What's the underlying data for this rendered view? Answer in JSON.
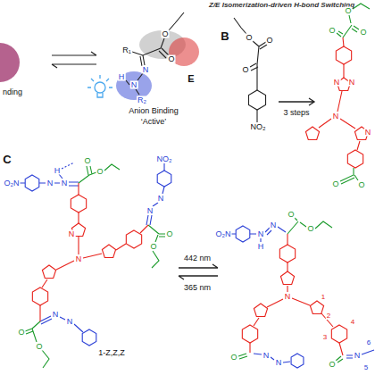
{
  "diagram": {
    "title": "Z/E Isomerization-driven H-bond Switching",
    "labels": [
      "nding",
      "Anion Binding",
      "‘Active’",
      "E",
      "R₁",
      "N",
      "N",
      "H",
      "R₂",
      "O",
      "O",
      "B",
      "O",
      "O",
      "O",
      "NO₂",
      "3 steps",
      "O",
      "O",
      "O",
      "N",
      "N",
      "N",
      "N",
      "O",
      "O",
      "C",
      "O₂N",
      "N",
      "N",
      "H",
      "O",
      "O",
      "N",
      "N",
      "O",
      "O",
      "N",
      "N",
      "NO₂",
      "N",
      "N",
      "O",
      "O",
      "1-Z,Z,Z",
      "442 nm",
      "365 nm",
      "O₂N",
      "N",
      "N",
      "H",
      "O",
      "O",
      "N",
      "1",
      "2",
      "3",
      "4",
      "O",
      "N",
      "N",
      "O",
      "N",
      "5",
      "6"
    ]
  }
}
